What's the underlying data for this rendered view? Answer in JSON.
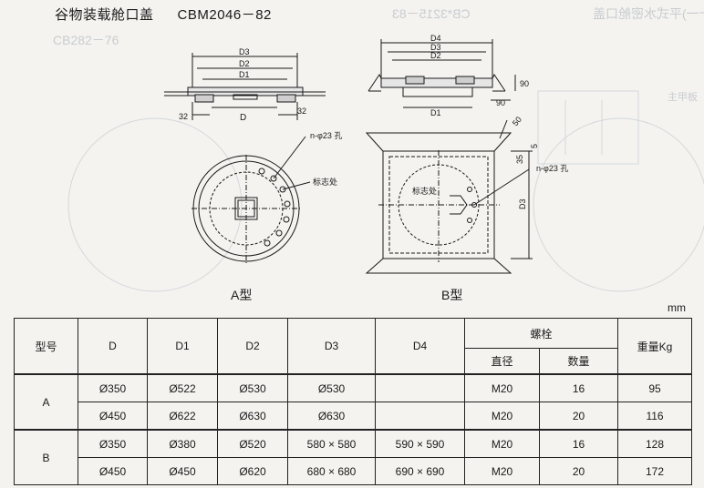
{
  "header": {
    "title": "谷物装载舱口盖",
    "standard": "CBM2046－82"
  },
  "drawing": {
    "labels": {
      "d": "D",
      "d1": "D1",
      "d2": "D2",
      "d3": "D3",
      "d4": "D4",
      "dim_32": "32",
      "dim_90": "90",
      "dim_50": "50",
      "dim_35": "35",
      "dim_5": "5",
      "holes": "n-φ23 孔",
      "marker": "标志处",
      "type_a": "A型",
      "type_b": "B型"
    },
    "ghost_text": {
      "top_right": "(十一)平式水密舱口盖",
      "top_mid": "CB*3215－83",
      "left_mid": "CB282－76",
      "right_side": "主甲板"
    }
  },
  "unit": "mm",
  "table": {
    "headers": {
      "model": "型号",
      "d": "D",
      "d1": "D1",
      "d2": "D2",
      "d3": "D3",
      "d4": "D4",
      "bolt": "螺栓",
      "bolt_dia": "直径",
      "bolt_qty": "数量",
      "weight": "重量Kg"
    },
    "groups": [
      {
        "model": "A",
        "rows": [
          {
            "d": "Ø350",
            "d1": "Ø522",
            "d2": "Ø530",
            "d3": "Ø530",
            "d4": "",
            "dia": "M20",
            "qty": "16",
            "weight": "95"
          },
          {
            "d": "Ø450",
            "d1": "Ø622",
            "d2": "Ø630",
            "d3": "Ø630",
            "d4": "",
            "dia": "M20",
            "qty": "20",
            "weight": "116"
          }
        ]
      },
      {
        "model": "B",
        "rows": [
          {
            "d": "Ø350",
            "d1": "Ø380",
            "d2": "Ø520",
            "d3": "580 × 580",
            "d4": "590 × 590",
            "dia": "M20",
            "qty": "16",
            "weight": "128"
          },
          {
            "d": "Ø450",
            "d1": "Ø450",
            "d2": "Ø620",
            "d3": "680 × 680",
            "d4": "690 × 690",
            "dia": "M20",
            "qty": "20",
            "weight": "172"
          }
        ]
      }
    ]
  }
}
